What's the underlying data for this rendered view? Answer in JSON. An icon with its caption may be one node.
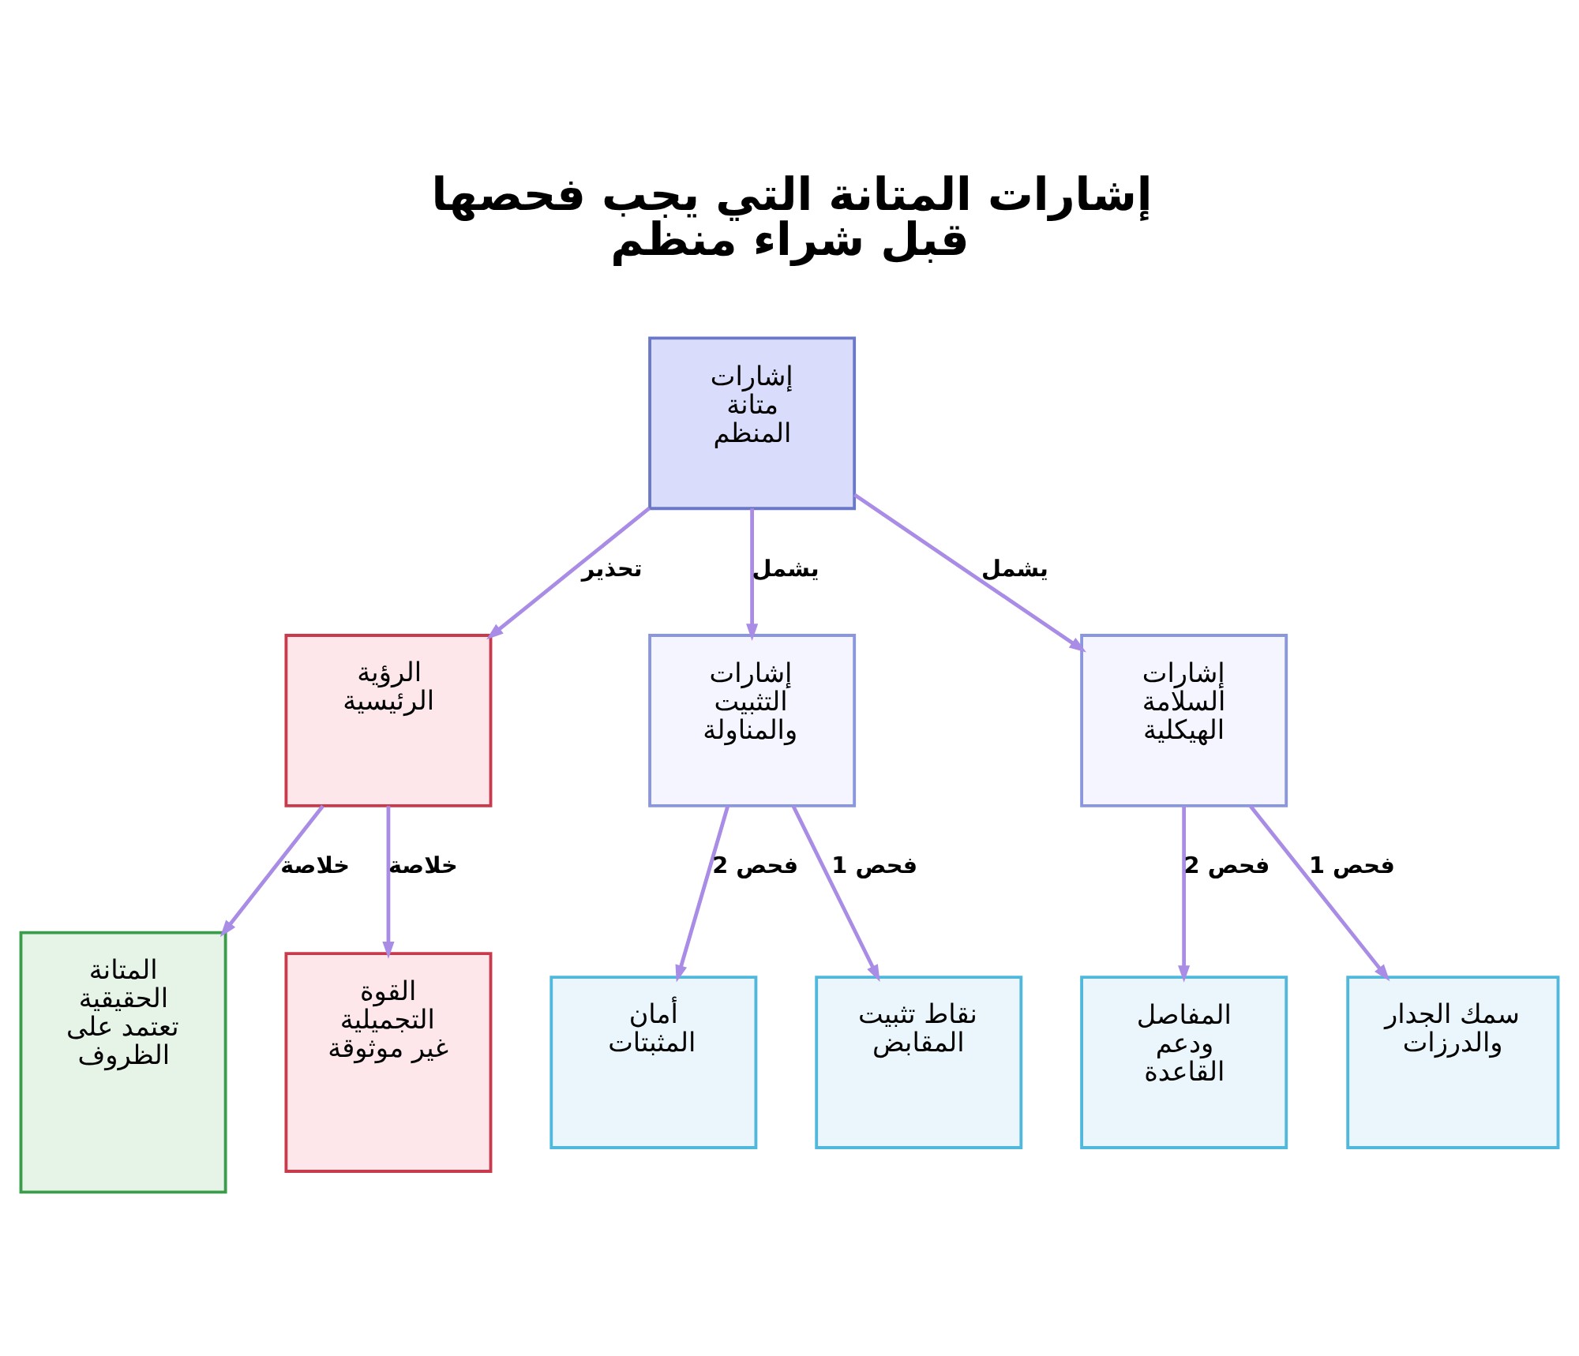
{
  "diagram": {
    "title": "إشارات المتانة التي يجب فحصها قبل شراء منظم",
    "nodes": [
      {
        "text": [
          "إشارات متانة المنظم"
        ]
      },
      {
        "text": [
          "الرؤية الرئيسية"
        ]
      },
      {
        "text": [
          "إشارات التثبيت والمناولة"
        ]
      },
      {
        "text": [
          "إشارات السلامة الهيكلية"
        ]
      },
      {
        "text": [
          "المتانة الحقيقية تعتمد على الظروف"
        ]
      },
      {
        "text": [
          "القوة التجميلية غير موثوقة"
        ]
      },
      {
        "text": [
          "أمان المثبتات"
        ]
      },
      {
        "text": [
          "نقاط تثبيت المقابض"
        ]
      },
      {
        "text": [
          "المفاصل ودعم القاعدة"
        ]
      },
      {
        "text": [
          "سمك الجدار والدرزات"
        ]
      }
    ],
    "edges": [
      {
        "from": 0,
        "to": 1,
        "arrow": "to",
        "label": "تحذير"
      },
      {
        "from": 0,
        "to": 2,
        "arrow": "to",
        "label": "يشمل"
      },
      {
        "from": 0,
        "to": 3,
        "arrow": "to",
        "label": "يشمل"
      },
      {
        "from": 1,
        "to": 4,
        "arrow": "to",
        "label": "خلاصة"
      },
      {
        "from": 1,
        "to": 5,
        "arrow": "to",
        "label": "خلاصة"
      },
      {
        "from": 2,
        "to": 6,
        "arrow": "to",
        "label": "فحص 2"
      },
      {
        "from": 2,
        "to": 7,
        "arrow": "to",
        "label": "فحص 1"
      },
      {
        "from": 3,
        "to": 8,
        "arrow": "to",
        "label": "فحص 2"
      },
      {
        "from": 3,
        "to": 9,
        "arrow": "to",
        "label": "فحص 1"
      }
    ]
  }
}
